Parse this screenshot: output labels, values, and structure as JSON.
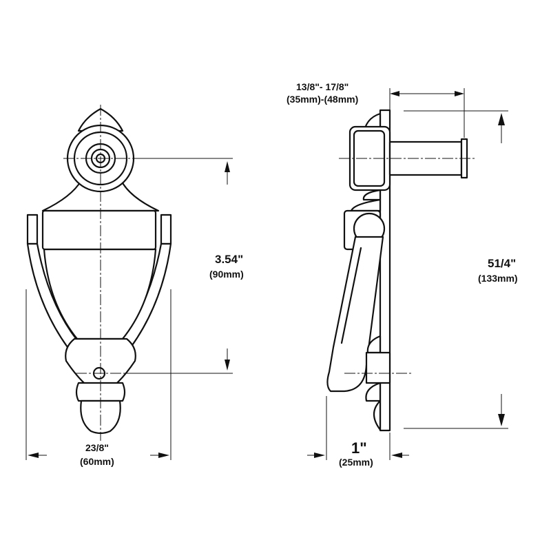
{
  "dimensions": {
    "depth_range": {
      "imperial": "13/8\"- 17/8\"",
      "metric": "(35mm)-(48mm)"
    },
    "knocker_travel": {
      "imperial": "3.54\"",
      "metric": "(90mm)"
    },
    "total_height": {
      "imperial": "51/4\"",
      "metric": "(133mm)"
    },
    "width": {
      "imperial": "23/8\"",
      "metric": "(60mm)"
    },
    "projection": {
      "imperial": "1\"",
      "metric": "(25mm)"
    }
  }
}
